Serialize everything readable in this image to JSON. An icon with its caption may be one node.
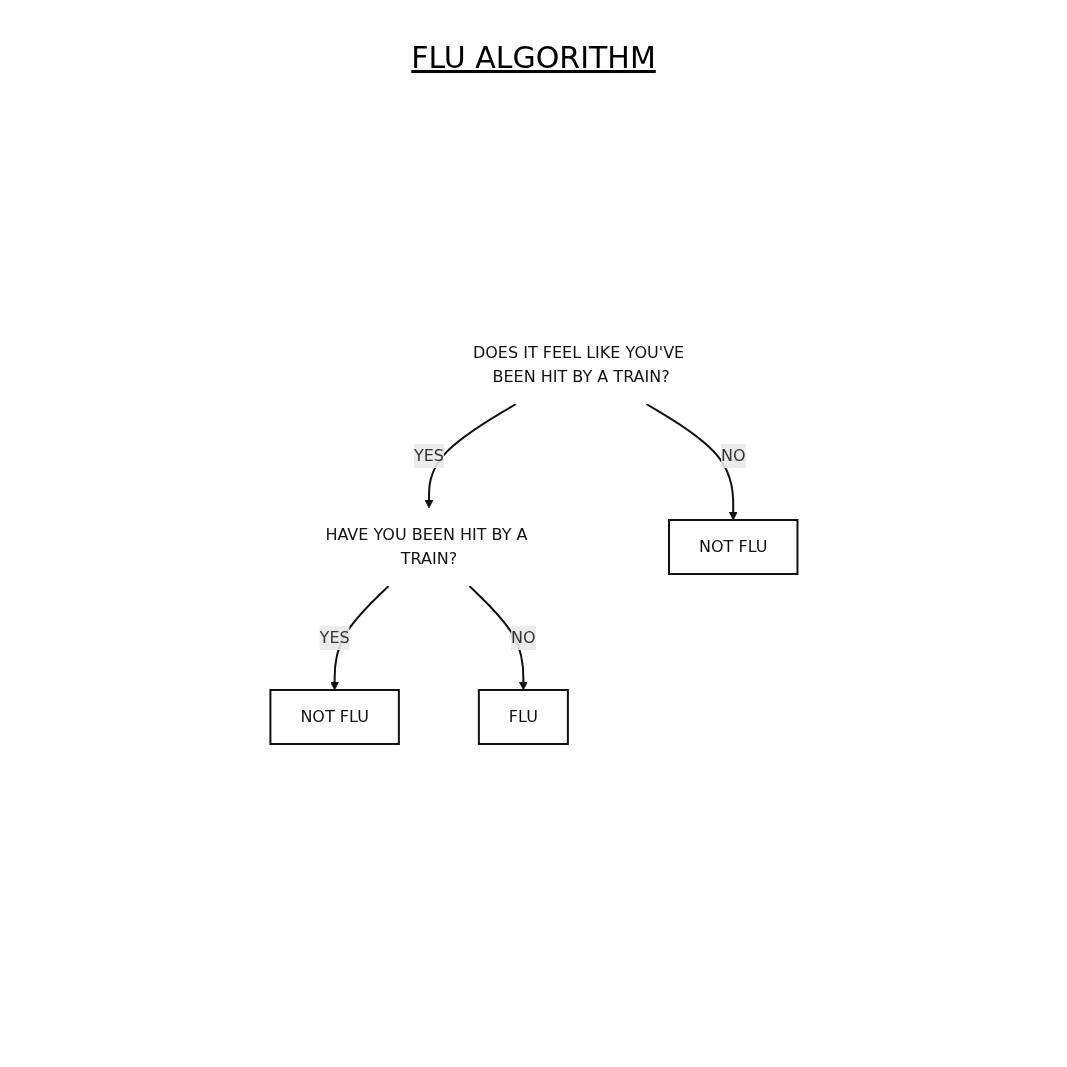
{
  "diagram": {
    "title": "FLU ALGORITHM",
    "nodes": [
      {
        "text": [
          "DOES IT FEEL LIKE YOU'VE BEEN HIT BY A TRAIN?"
        ]
      },
      {
        "text": [
          "HAVE YOU BEEN HIT BY A TRAIN?"
        ]
      },
      {
        "text": [
          "NOT FLU"
        ]
      },
      {
        "text": [
          "NOT FLU"
        ]
      },
      {
        "text": [
          "FLU"
        ]
      }
    ],
    "edges": [
      {
        "from": 0,
        "to": 1,
        "arrow": "to",
        "label": "YES"
      },
      {
        "from": 0,
        "to": 2,
        "arrow": "to",
        "label": "NO"
      },
      {
        "from": 1,
        "to": 3,
        "arrow": "to",
        "label": "YES"
      },
      {
        "from": 1,
        "to": 4,
        "arrow": "to",
        "label": "NO"
      }
    ]
  }
}
